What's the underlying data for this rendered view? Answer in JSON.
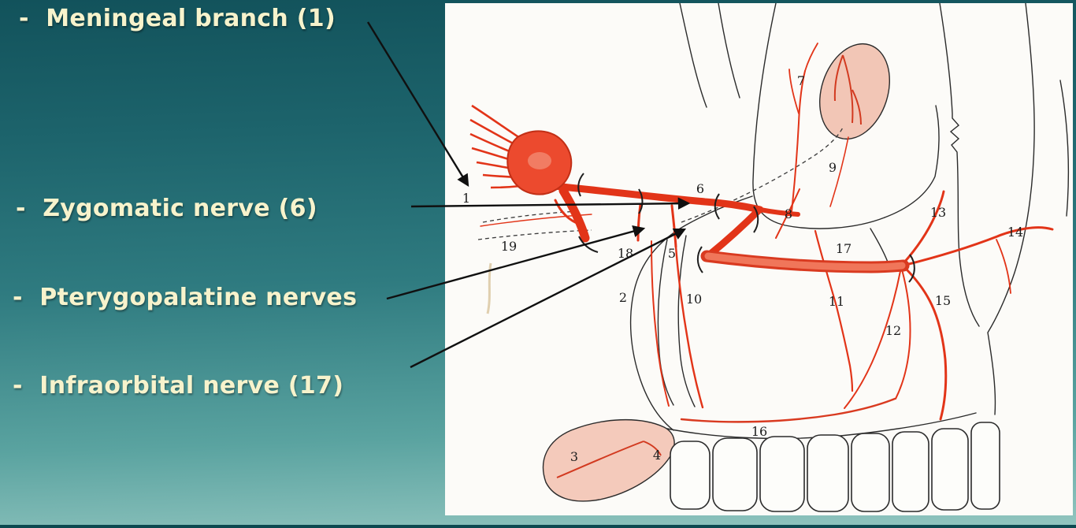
{
  "slide": {
    "labels": [
      "-  Meningeal branch (1)",
      "-  Zygomatic nerve (6)",
      "-  Pterygopalatine nerves",
      "-  Infraorbital nerve (17)"
    ]
  },
  "diagram": {
    "numbers": [
      "1",
      "2",
      "3",
      "4",
      "5",
      "6",
      "7",
      "8",
      "9",
      "10",
      "11",
      "12",
      "13",
      "14",
      "15",
      "16",
      "17",
      "18",
      "19"
    ]
  },
  "colors": {
    "background_top": "#12525b",
    "background_bottom": "#93c6c0",
    "label_text": "#f7f3cc",
    "nerve_red": "#e23418",
    "nerve_salmon": "#f0765a",
    "tissue_pink": "#f2c6b6",
    "panel_white": "#fcfbf8",
    "arrow_black": "#101010"
  }
}
